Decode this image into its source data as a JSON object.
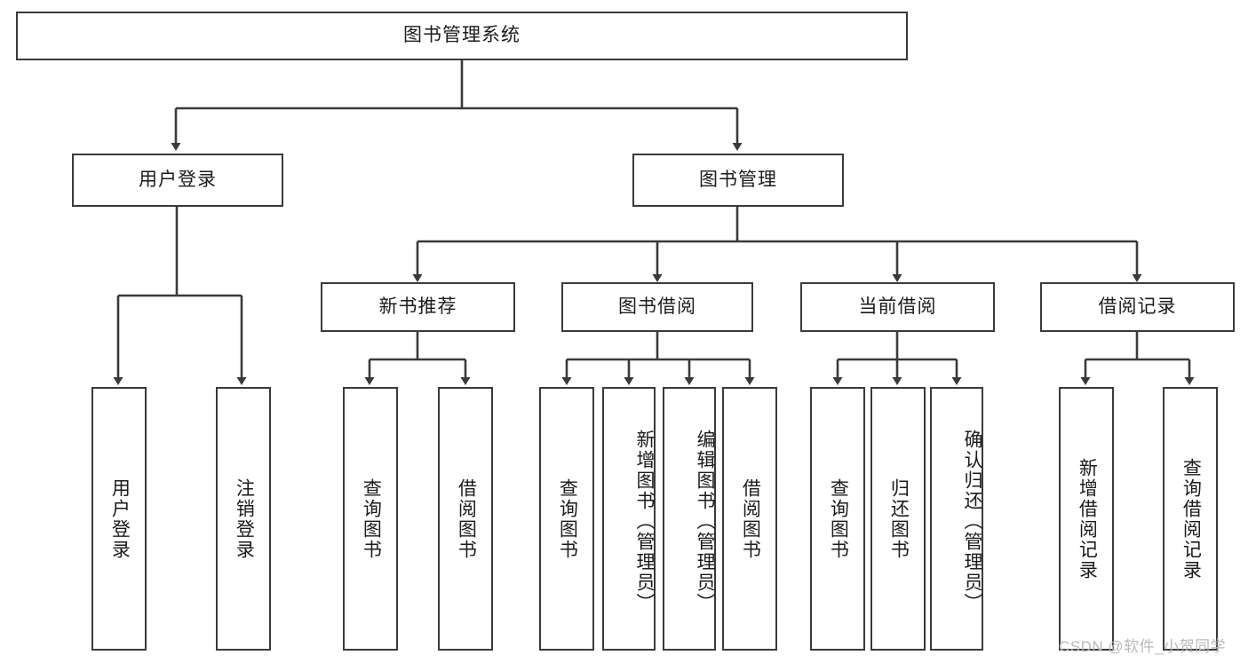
{
  "diagram": {
    "type": "tree",
    "title": "图书管理系统",
    "orientation": "top-down",
    "levels": 4
  },
  "nodes": {
    "root": {
      "label": "图书管理系统"
    },
    "level2": [
      {
        "id": "user-login",
        "label": "用户登录"
      },
      {
        "id": "book-management",
        "label": "图书管理"
      }
    ],
    "level3": [
      {
        "id": "new-book-recommend",
        "label": "新书推荐"
      },
      {
        "id": "book-borrow",
        "label": "图书借阅"
      },
      {
        "id": "current-borrow",
        "label": "当前借阅"
      },
      {
        "id": "borrow-record",
        "label": "借阅记录"
      }
    ],
    "leaves": {
      "user_login": [
        {
          "id": "leaf-user-login",
          "label": "用户登录"
        },
        {
          "id": "leaf-logout",
          "label": "注销登录"
        }
      ],
      "new_book_recommend": [
        {
          "id": "leaf-query-book-1",
          "label": "查询图书"
        },
        {
          "id": "leaf-borrow-book-1",
          "label": "借阅图书"
        }
      ],
      "book_borrow": [
        {
          "id": "leaf-query-book-2",
          "label": "查询图书"
        },
        {
          "id": "leaf-add-book",
          "label": "新增图书（管理员）"
        },
        {
          "id": "leaf-edit-book",
          "label": "编辑图书（管理员）"
        },
        {
          "id": "leaf-borrow-book-2",
          "label": "借阅图书"
        }
      ],
      "current_borrow": [
        {
          "id": "leaf-query-book-3",
          "label": "查询图书"
        },
        {
          "id": "leaf-return-book",
          "label": "归还图书"
        },
        {
          "id": "leaf-confirm-return",
          "label": "确认归还（管理员）"
        }
      ],
      "borrow_record": [
        {
          "id": "leaf-add-record",
          "label": "新增借阅记录"
        },
        {
          "id": "leaf-query-record",
          "label": "查询借阅记录"
        }
      ]
    }
  },
  "watermark": {
    "text": "CSDN @软件_小贺同学"
  },
  "colors": {
    "stroke": "#3a3a3a",
    "background": "#ffffff",
    "text": "#1b1b1b",
    "watermark": "#b9b9b9"
  }
}
